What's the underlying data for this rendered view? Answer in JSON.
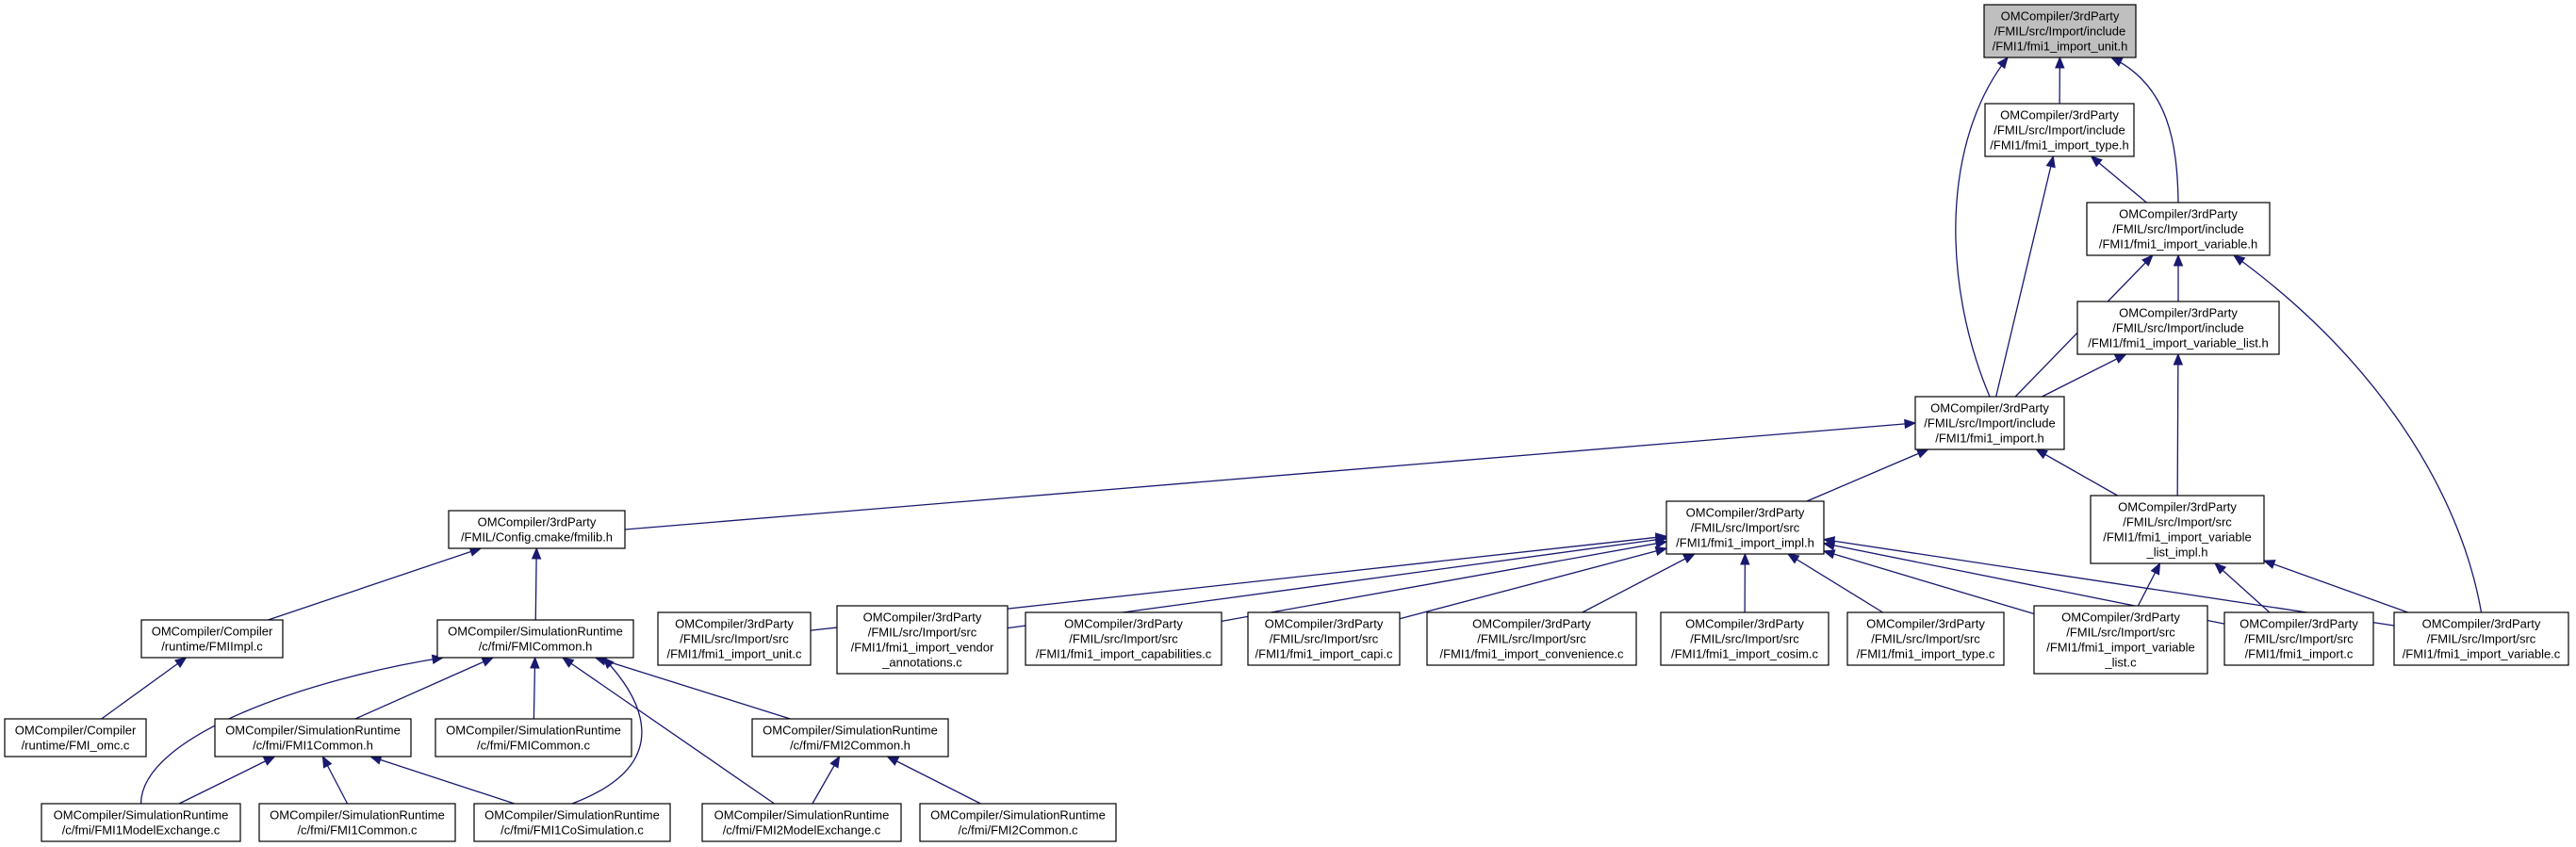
{
  "colors": {
    "edge": "#191970",
    "node_border": "#000000",
    "root_fill": "#bfbfbf",
    "node_fill": "#ffffff"
  },
  "nodes": {
    "n_unit_h": {
      "lines": [
        "OMCompiler/3rdParty",
        "/FMIL/src/Import/include",
        "/FMI1/fmi1_import_unit.h"
      ],
      "highlight": true
    },
    "n_type_h": {
      "lines": [
        "OMCompiler/3rdParty",
        "/FMIL/src/Import/include",
        "/FMI1/fmi1_import_type.h"
      ]
    },
    "n_variable_h": {
      "lines": [
        "OMCompiler/3rdParty",
        "/FMIL/src/Import/include",
        "/FMI1/fmi1_import_variable.h"
      ]
    },
    "n_variable_list_h": {
      "lines": [
        "OMCompiler/3rdParty",
        "/FMIL/src/Import/include",
        "/FMI1/fmi1_import_variable_list.h"
      ]
    },
    "n_import_h": {
      "lines": [
        "OMCompiler/3rdParty",
        "/FMIL/src/Import/include",
        "/FMI1/fmi1_import.h"
      ]
    },
    "n_config_fmilib": {
      "lines": [
        "OMCompiler/3rdParty",
        "/FMIL/Config.cmake/fmilib.h"
      ]
    },
    "n_import_impl_h": {
      "lines": [
        "OMCompiler/3rdParty",
        "/FMIL/src/Import/src",
        "/FMI1/fmi1_import_impl.h"
      ]
    },
    "n_variable_list_impl_h": {
      "lines": [
        "OMCompiler/3rdParty",
        "/FMIL/src/Import/src",
        "/FMI1/fmi1_import_variable",
        "_list_impl.h"
      ]
    },
    "n_fmiimpl_c": {
      "lines": [
        "OMCompiler/Compiler",
        "/runtime/FMIImpl.c"
      ]
    },
    "n_fmicommon_h": {
      "lines": [
        "OMCompiler/SimulationRuntime",
        "/c/fmi/FMICommon.h"
      ]
    },
    "n_unit_c": {
      "lines": [
        "OMCompiler/3rdParty",
        "/FMIL/src/Import/src",
        "/FMI1/fmi1_import_unit.c"
      ]
    },
    "n_vendor_c": {
      "lines": [
        "OMCompiler/3rdParty",
        "/FMIL/src/Import/src",
        "/FMI1/fmi1_import_vendor",
        "_annotations.c"
      ]
    },
    "n_capabilities_c": {
      "lines": [
        "OMCompiler/3rdParty",
        "/FMIL/src/Import/src",
        "/FMI1/fmi1_import_capabilities.c"
      ]
    },
    "n_capi_c": {
      "lines": [
        "OMCompiler/3rdParty",
        "/FMIL/src/Import/src",
        "/FMI1/fmi1_import_capi.c"
      ]
    },
    "n_convenience_c": {
      "lines": [
        "OMCompiler/3rdParty",
        "/FMIL/src/Import/src",
        "/FMI1/fmi1_import_convenience.c"
      ]
    },
    "n_cosim_c": {
      "lines": [
        "OMCompiler/3rdParty",
        "/FMIL/src/Import/src",
        "/FMI1/fmi1_import_cosim.c"
      ]
    },
    "n_type_c": {
      "lines": [
        "OMCompiler/3rdParty",
        "/FMIL/src/Import/src",
        "/FMI1/fmi1_import_type.c"
      ]
    },
    "n_variable_list_c": {
      "lines": [
        "OMCompiler/3rdParty",
        "/FMIL/src/Import/src",
        "/FMI1/fmi1_import_variable",
        "_list.c"
      ]
    },
    "n_import_c": {
      "lines": [
        "OMCompiler/3rdParty",
        "/FMIL/src/Import/src",
        "/FMI1/fmi1_import.c"
      ]
    },
    "n_variable_c": {
      "lines": [
        "OMCompiler/3rdParty",
        "/FMIL/src/Import/src",
        "/FMI1/fmi1_import_variable.c"
      ]
    },
    "n_fmi_omc_c": {
      "lines": [
        "OMCompiler/Compiler",
        "/runtime/FMI_omc.c"
      ]
    },
    "n_fmi1common_h": {
      "lines": [
        "OMCompiler/SimulationRuntime",
        "/c/fmi/FMI1Common.h"
      ]
    },
    "n_fmicommon_c": {
      "lines": [
        "OMCompiler/SimulationRuntime",
        "/c/fmi/FMICommon.c"
      ]
    },
    "n_fmi2common_h": {
      "lines": [
        "OMCompiler/SimulationRuntime",
        "/c/fmi/FMI2Common.h"
      ]
    },
    "n_fmi1me_c": {
      "lines": [
        "OMCompiler/SimulationRuntime",
        "/c/fmi/FMI1ModelExchange.c"
      ]
    },
    "n_fmi1common_c": {
      "lines": [
        "OMCompiler/SimulationRuntime",
        "/c/fmi/FMI1Common.c"
      ]
    },
    "n_fmi1cosim_c": {
      "lines": [
        "OMCompiler/SimulationRuntime",
        "/c/fmi/FMI1CoSimulation.c"
      ]
    },
    "n_fmi2me_c": {
      "lines": [
        "OMCompiler/SimulationRuntime",
        "/c/fmi/FMI2ModelExchange.c"
      ]
    },
    "n_fmi2common_c": {
      "lines": [
        "OMCompiler/SimulationRuntime",
        "/c/fmi/FMI2Common.c"
      ]
    }
  },
  "edges": [
    [
      "n_type_h",
      "n_unit_h"
    ],
    [
      "n_import_h",
      "n_unit_h"
    ],
    [
      "n_variable_h",
      "n_unit_h"
    ],
    [
      "n_variable_h",
      "n_type_h"
    ],
    [
      "n_import_h",
      "n_type_h"
    ],
    [
      "n_variable_list_h",
      "n_variable_h"
    ],
    [
      "n_import_h",
      "n_variable_h"
    ],
    [
      "n_variable_c",
      "n_variable_h"
    ],
    [
      "n_import_h",
      "n_variable_list_h"
    ],
    [
      "n_variable_list_impl_h",
      "n_variable_list_h"
    ],
    [
      "n_config_fmilib",
      "n_import_h"
    ],
    [
      "n_import_impl_h",
      "n_import_h"
    ],
    [
      "n_variable_list_impl_h",
      "n_import_h"
    ],
    [
      "n_fmiimpl_c",
      "n_config_fmilib"
    ],
    [
      "n_fmicommon_h",
      "n_config_fmilib"
    ],
    [
      "n_unit_c",
      "n_import_impl_h"
    ],
    [
      "n_vendor_c",
      "n_import_impl_h"
    ],
    [
      "n_capabilities_c",
      "n_import_impl_h"
    ],
    [
      "n_capi_c",
      "n_import_impl_h"
    ],
    [
      "n_convenience_c",
      "n_import_impl_h"
    ],
    [
      "n_cosim_c",
      "n_import_impl_h"
    ],
    [
      "n_type_c",
      "n_import_impl_h"
    ],
    [
      "n_variable_list_c",
      "n_import_impl_h"
    ],
    [
      "n_import_c",
      "n_import_impl_h"
    ],
    [
      "n_variable_c",
      "n_import_impl_h"
    ],
    [
      "n_variable_list_c",
      "n_variable_list_impl_h"
    ],
    [
      "n_import_c",
      "n_variable_list_impl_h"
    ],
    [
      "n_variable_c",
      "n_variable_list_impl_h"
    ],
    [
      "n_fmi_omc_c",
      "n_fmiimpl_c"
    ],
    [
      "n_fmi1common_h",
      "n_fmicommon_h"
    ],
    [
      "n_fmicommon_c",
      "n_fmicommon_h"
    ],
    [
      "n_fmi2common_h",
      "n_fmicommon_h"
    ],
    [
      "n_fmi1me_c",
      "n_fmicommon_h"
    ],
    [
      "n_fmi1cosim_c",
      "n_fmicommon_h"
    ],
    [
      "n_fmi2me_c",
      "n_fmicommon_h"
    ],
    [
      "n_fmi1me_c",
      "n_fmi1common_h"
    ],
    [
      "n_fmi1common_c",
      "n_fmi1common_h"
    ],
    [
      "n_fmi1cosim_c",
      "n_fmi1common_h"
    ],
    [
      "n_fmi2me_c",
      "n_fmi2common_h"
    ],
    [
      "n_fmi2common_c",
      "n_fmi2common_h"
    ]
  ]
}
